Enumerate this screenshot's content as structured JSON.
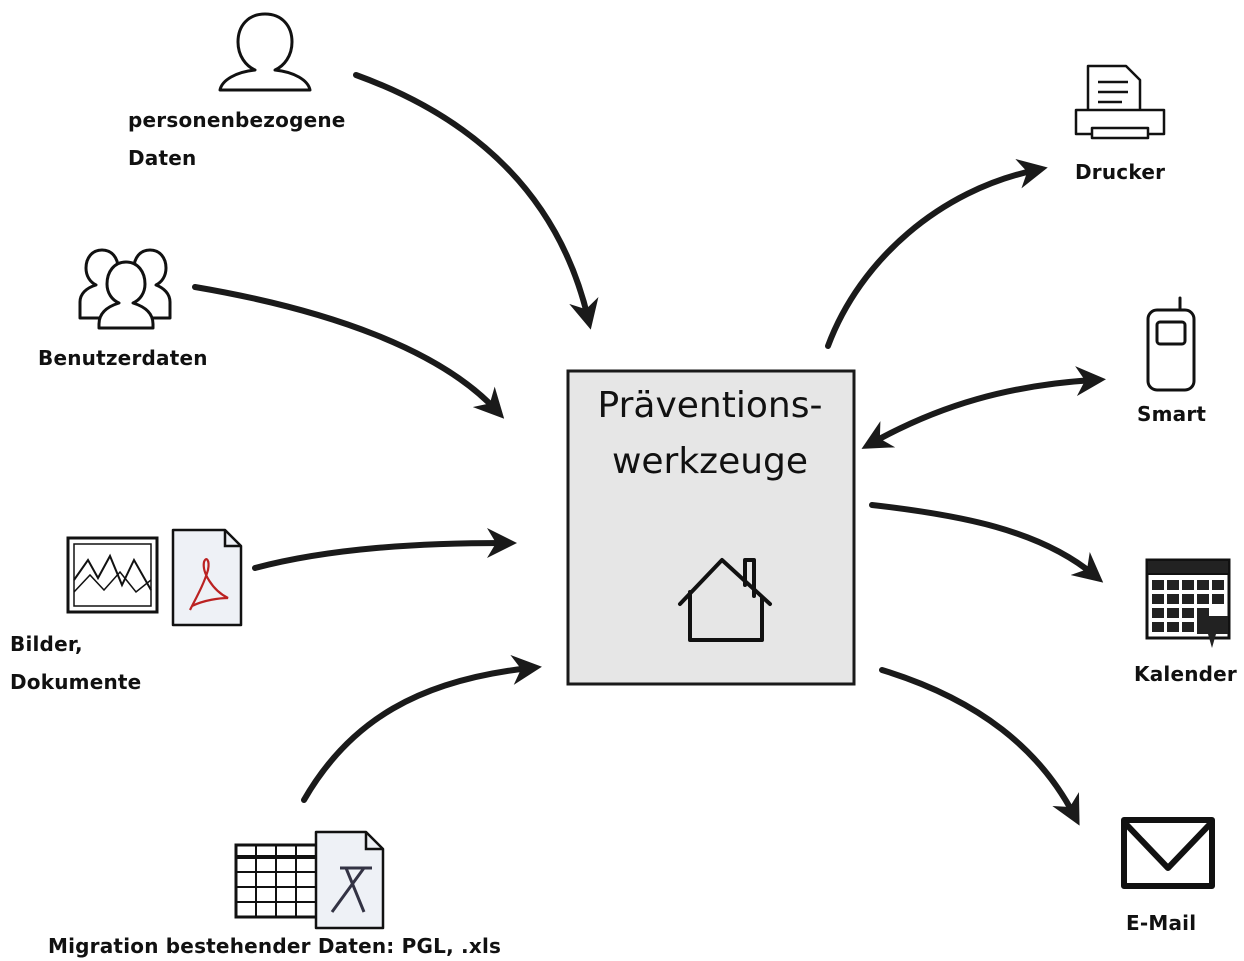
{
  "center": {
    "title_line1": "Präventions-",
    "title_line2": "werkzeuge",
    "icon": "house-icon"
  },
  "inputs": [
    {
      "icon": "person-icon",
      "line1": "personenbezogene",
      "line2": "Daten"
    },
    {
      "icon": "user-group-icon",
      "line1": "Benutzerdaten"
    },
    {
      "icon": "image-icon",
      "icon2": "pdf-document-icon",
      "line1": "Bilder,",
      "line2": "Dokumente"
    },
    {
      "icon": "spreadsheet-icon",
      "icon2": "excel-file-icon",
      "line1": "Migration bestehender Daten: PGL, .xls"
    }
  ],
  "outputs": [
    {
      "icon": "printer-icon",
      "label": "Drucker"
    },
    {
      "icon": "mobile-phone-icon",
      "label": "Smart"
    },
    {
      "icon": "calendar-icon",
      "label": "Kalender"
    },
    {
      "icon": "envelope-icon",
      "label": "E-Mail"
    }
  ],
  "colors": {
    "box_fill": "#e6e6e6",
    "stroke": "#1a1a1a"
  }
}
